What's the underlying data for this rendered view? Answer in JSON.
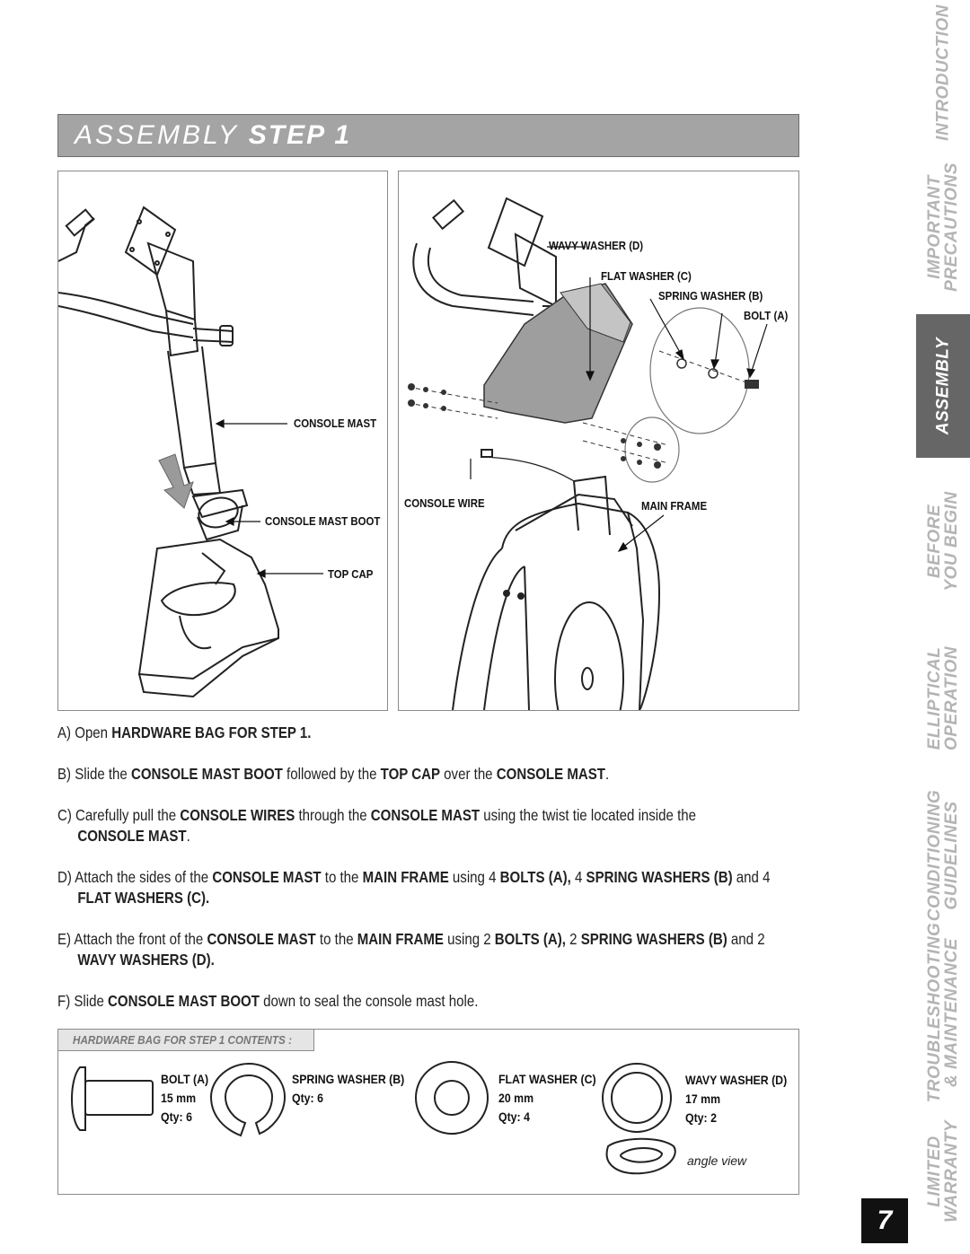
{
  "header": {
    "title_light": "ASSEMBLY",
    "title_bold": "STEP 1"
  },
  "figure_left": {
    "callouts": {
      "console_mast": "CONSOLE MAST",
      "console_mast_boot": "CONSOLE MAST BOOT",
      "top_cap": "TOP CAP"
    }
  },
  "figure_right": {
    "callouts": {
      "wavy_washer": "WAVY WASHER (D)",
      "flat_washer": "FLAT WASHER (C)",
      "spring_washer": "SPRING WASHER (B)",
      "bolt": "BOLT (A)",
      "console_wire": "CONSOLE WIRE",
      "main_frame": "MAIN FRAME"
    }
  },
  "steps": {
    "a": {
      "p1": "A) Open ",
      "b1": "HARDWARE BAG FOR STEP 1."
    },
    "b": {
      "p1": "B) Slide the ",
      "b1": "CONSOLE MAST BOOT",
      "p2": " followed by the ",
      "b2": "TOP CAP",
      "p3": " over the ",
      "b3": "CONSOLE MAST",
      "p4": "."
    },
    "c": {
      "p1": "C) Carefully pull the ",
      "b1": "CONSOLE WIRES",
      "p2": " through the ",
      "b2": "CONSOLE MAST",
      "p3": " using the twist tie located inside the",
      "b3": "CONSOLE MAST",
      "p4": "."
    },
    "d": {
      "p1": "D) Attach the sides of the ",
      "b1": "CONSOLE MAST",
      "p2": " to the ",
      "b2": "MAIN FRAME",
      "p3": " using 4 ",
      "b3": "BOLTS (A),",
      "p4": " 4 ",
      "b4": "SPRING WASHERS (B)",
      "p5": " and 4",
      "b5": "FLAT WASHERS (C)."
    },
    "e": {
      "p1": "E) Attach the front of the ",
      "b1": "CONSOLE MAST",
      "p2": " to the ",
      "b2": "MAIN FRAME",
      "p3": " using 2 ",
      "b3": "BOLTS (A),",
      "p4": " 2 ",
      "b4": "SPRING WASHERS (B)",
      "p5": " and 2",
      "b5": "WAVY WASHERS (D)."
    },
    "f": {
      "p1": "F) Slide ",
      "b1": "CONSOLE MAST BOOT",
      "p2": " down to seal the console mast hole."
    }
  },
  "hardware": {
    "heading": "HARDWARE BAG FOR STEP 1 CONTENTS :",
    "items": [
      {
        "name": "BOLT (A)",
        "size": "15 mm",
        "qty": "Qty: 6"
      },
      {
        "name": "SPRING WASHER (B)",
        "size": "",
        "qty": "Qty: 6"
      },
      {
        "name": "FLAT WASHER (C)",
        "size": "20 mm",
        "qty": "Qty: 4"
      },
      {
        "name": "WAVY WASHER (D)",
        "size": "17 mm",
        "qty": "Qty: 2"
      }
    ],
    "angle_view": "angle view"
  },
  "side_tabs": [
    {
      "line1": "INTRODUCTION",
      "line2": ""
    },
    {
      "line1": "IMPORTANT",
      "line2": "PRECAUTIONS"
    },
    {
      "line1": "ASSEMBLY",
      "line2": ""
    },
    {
      "line1": "BEFORE",
      "line2": "YOU BEGIN"
    },
    {
      "line1": "ELLIPTICAL",
      "line2": "OPERATION"
    },
    {
      "line1": "CONDITIONING",
      "line2": "GUIDELINES"
    },
    {
      "line1": "TROUBLESHOOTING",
      "line2": "& MAINTENANCE"
    },
    {
      "line1": "LIMITED",
      "line2": "WARRANTY"
    }
  ],
  "page_number": "7",
  "colors": {
    "header_bar": "#a4a4a4",
    "active_tab": "#666666",
    "inactive_tab_text": "#b4b4b4"
  }
}
